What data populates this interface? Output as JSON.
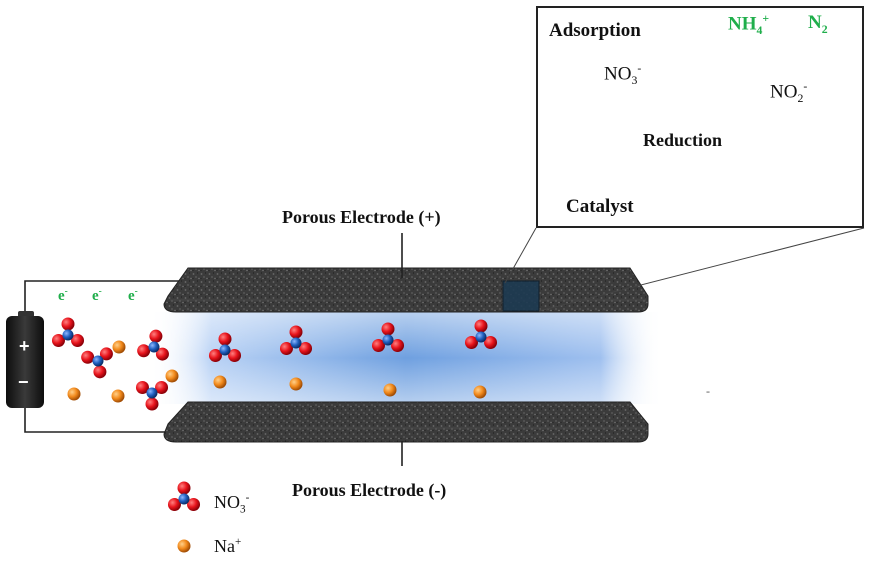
{
  "labels": {
    "top_electrode": "Porous Electrode (+)",
    "bottom_electrode": "Porous Electrode (-)",
    "electron": "e",
    "electron_sup": "-",
    "battery_plus": "+",
    "battery_minus": "−",
    "stray_mark": "-"
  },
  "inset": {
    "adsorption": "Adsorption",
    "reduction": "Reduction",
    "catalyst": "Catalyst",
    "no3_main": "NO",
    "no3_sub": "3",
    "no3_sup": "-",
    "no2_main": "NO",
    "no2_sub": "2",
    "no2_sup": "-",
    "nh4_main": "NH",
    "nh4_sub": "4",
    "nh4_sup": "+",
    "n2_main": "N",
    "n2_sub": "2"
  },
  "legend": {
    "nitrate_main": "NO",
    "nitrate_sub": "3",
    "nitrate_sup": "-",
    "sodium_main": "Na",
    "sodium_sup": "+"
  },
  "colors": {
    "oxygen": "#e8141c",
    "nitrogen": "#1f5fbf",
    "sodium": "#f28a1c",
    "catalyst_atom": "#0f6a78",
    "catalyst_back": "#c9b9b4",
    "electrolyte": "#6fa0e0",
    "electron_text": "#1fae4b",
    "arrow_blue": "#2a7ad4",
    "arrow_red_dashed": "#ff3b3b",
    "cross": "#e8141c"
  }
}
